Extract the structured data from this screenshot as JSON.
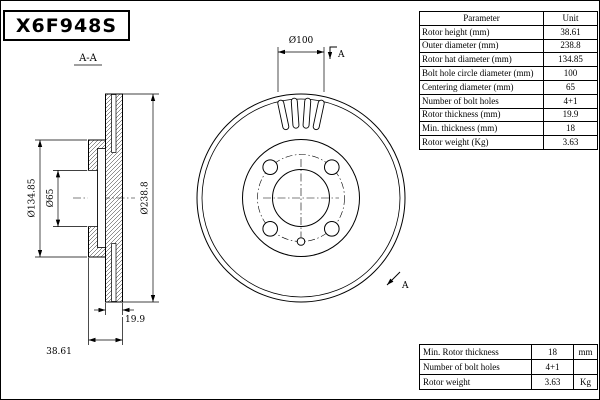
{
  "part_number": "X6F948S",
  "drawing": {
    "section_title": "A-A",
    "section_arrow_label": "A",
    "dims": {
      "bolt_circle": "Ø100",
      "outer_diameter": "Ø238.8",
      "hat_diameter": "Ø134.85",
      "centering_diameter": "Ø65",
      "thickness": "19.9",
      "height": "38.61"
    }
  },
  "parameter_table": {
    "header": {
      "parameter": "Parameter",
      "unit": "Unit"
    },
    "rows": [
      {
        "label": "Rotor height (mm)",
        "value": "38.61"
      },
      {
        "label": "Outer diameter (mm)",
        "value": "238.8"
      },
      {
        "label": "Rotor hat diameter (mm)",
        "value": "134.85"
      },
      {
        "label": "Bolt hole circle diameter (mm)",
        "value": "100"
      },
      {
        "label": "Centering diameter (mm)",
        "value": "65"
      },
      {
        "label": "Number of bolt holes",
        "value": "4+1"
      },
      {
        "label": "Rotor thickness (mm)",
        "value": "19.9"
      },
      {
        "label": "Min. thickness (mm)",
        "value": "18"
      },
      {
        "label": "Rotor weight (Kg)",
        "value": "3.63"
      }
    ]
  },
  "summary_table": {
    "rows": [
      {
        "label": "Min. Rotor thickness",
        "value": "18",
        "unit": "mm"
      },
      {
        "label": "Number of bolt holes",
        "value": "4+1",
        "unit": ""
      },
      {
        "label": "Rotor weight",
        "value": "3.63",
        "unit": "Kg"
      }
    ]
  }
}
